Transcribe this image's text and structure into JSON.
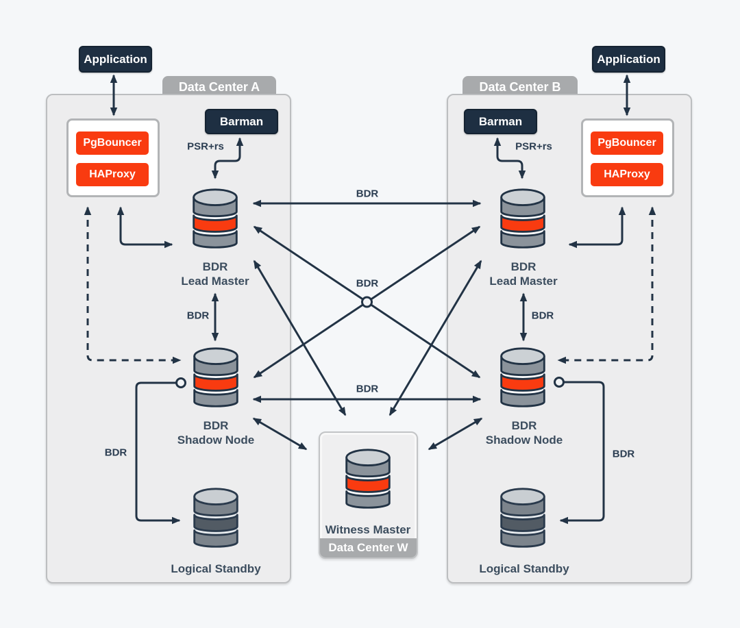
{
  "colors": {
    "page_background": "#f5f7f9",
    "panel_fill": "#ededee",
    "tab_gray": "#a8aaac",
    "navy_box": "#1e2f42",
    "orange_box": "#f93b10",
    "arrow_line": "#223345",
    "caption_text": "#3c4d5e",
    "db_gray_band": "#8b939b",
    "db_orange_band": "#f93b10",
    "db_dark_band": "#525b64",
    "db_top_ellipse": "#ccd1d5"
  },
  "datacenter_a": {
    "tab": "Data Center A",
    "application": "Application",
    "barman": "Barman",
    "pgbouncer": "PgBouncer",
    "haproxy": "HAProxy",
    "psr_label": "PSR+rs",
    "lead_master_line1": "BDR",
    "lead_master_line2": "Lead Master",
    "lead_shadow_link_label": "BDR",
    "shadow_node_line1": "BDR",
    "shadow_node_line2": "Shadow Node",
    "standby_link_label": "BDR",
    "logical_standby": "Logical Standby"
  },
  "datacenter_b": {
    "tab": "Data Center B",
    "application": "Application",
    "barman": "Barman",
    "pgbouncer": "PgBouncer",
    "haproxy": "HAProxy",
    "psr_label": "PSR+rs",
    "lead_master_line1": "BDR",
    "lead_master_line2": "Lead Master",
    "lead_shadow_link_label": "BDR",
    "shadow_node_line1": "BDR",
    "shadow_node_line2": "Shadow Node",
    "standby_link_label": "BDR",
    "logical_standby": "Logical Standby"
  },
  "datacenter_w": {
    "tab": "Data Center W",
    "witness_master": "Witness Master"
  },
  "links": {
    "lead_to_lead_label": "BDR",
    "cross_label": "BDR",
    "shadow_to_shadow_label": "BDR"
  }
}
